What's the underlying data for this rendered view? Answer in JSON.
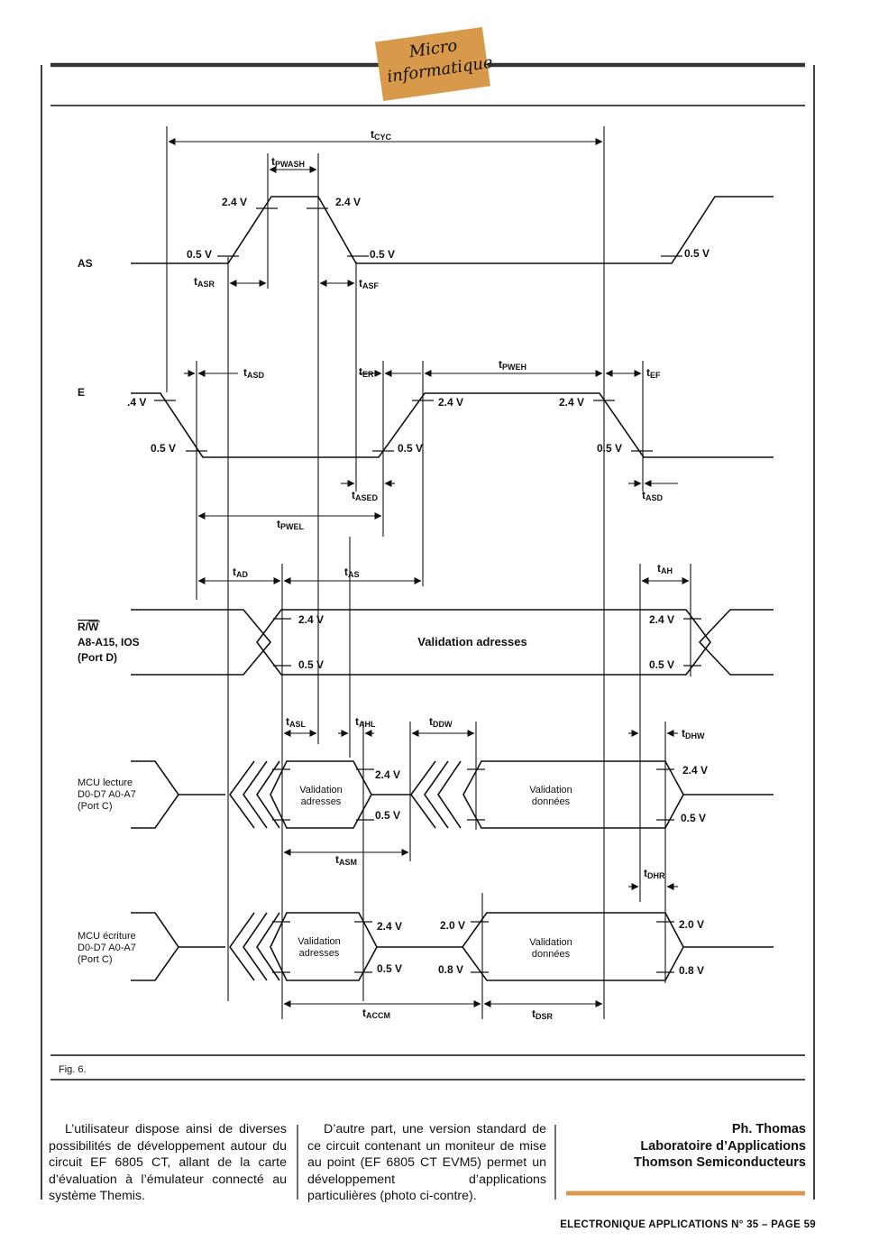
{
  "header": {
    "rubric_line1": "Micro",
    "rubric_line2": "informatique"
  },
  "diagram": {
    "signals": {
      "as": "AS",
      "e": "E",
      "rw_line1": "R/W",
      "rw_line2": "A8-A15, IOS",
      "rw_line3": "(Port D)",
      "read_line1": "MCU lecture",
      "read_line2": "D0-D7  A0-A7",
      "read_line3": "(Port C)",
      "write_line1": "MCU écriture",
      "write_line2": "D0-D7  A0-A7",
      "write_line3": "(Port C)"
    },
    "voltages": {
      "v24": "2.4 V",
      "v05": "0.5 V",
      "v20": "2.0 V",
      "v08": "0.8 V",
      "v24_partial": ".4 V"
    },
    "timings": {
      "cyc": [
        "t",
        "CYC"
      ],
      "pwash": [
        "t",
        "PWASH"
      ],
      "asr": [
        "t",
        "ASR"
      ],
      "asf": [
        "t",
        "ASF"
      ],
      "asd": [
        "t",
        "ASD"
      ],
      "er": [
        "t",
        "ER"
      ],
      "pweh": [
        "t",
        "PWEH"
      ],
      "ef": [
        "t",
        "EF"
      ],
      "ased": [
        "t",
        "ASED"
      ],
      "pwel": [
        "t",
        "PWEL"
      ],
      "ad": [
        "t",
        "AD"
      ],
      "as": [
        "t",
        "AS"
      ],
      "ah": [
        "t",
        "AH"
      ],
      "asl": [
        "t",
        "ASL"
      ],
      "ahl": [
        "t",
        "AHL"
      ],
      "ddw": [
        "t",
        "DDW"
      ],
      "dhw": [
        "t",
        "DHW"
      ],
      "asm": [
        "t",
        "ASM"
      ],
      "dhr": [
        "t",
        "DHR"
      ],
      "accm": [
        "t",
        "ACCM"
      ],
      "dsr": [
        "t",
        "DSR"
      ]
    },
    "labels": {
      "validation_adresses": "Validation adresses",
      "validation": "Validation",
      "adresses": "adresses",
      "donnees": "données"
    }
  },
  "figure_caption": "Fig. 6.",
  "body_text": {
    "column1": "L’utilisateur dispose ainsi de diverses possibilités de développement autour du circuit EF 6805 CT, allant de la carte d’évaluation à l’émulateur connecté au système Themis.",
    "column2": "D’autre part, une version standard de ce circuit contenant un moniteur de mise au point (EF 6805 CT EVM5) permet un développement d’applications particulières (photo ci-contre)."
  },
  "credit": {
    "author": "Ph. Thomas",
    "lab": "Laboratoire d’Applications",
    "company": "Thomson Semiconducteurs"
  },
  "footer": "ELECTRONIQUE APPLICATIONS N° 35 – PAGE 59",
  "colors": {
    "ink": "#111111",
    "accent": "#d89a4a"
  }
}
